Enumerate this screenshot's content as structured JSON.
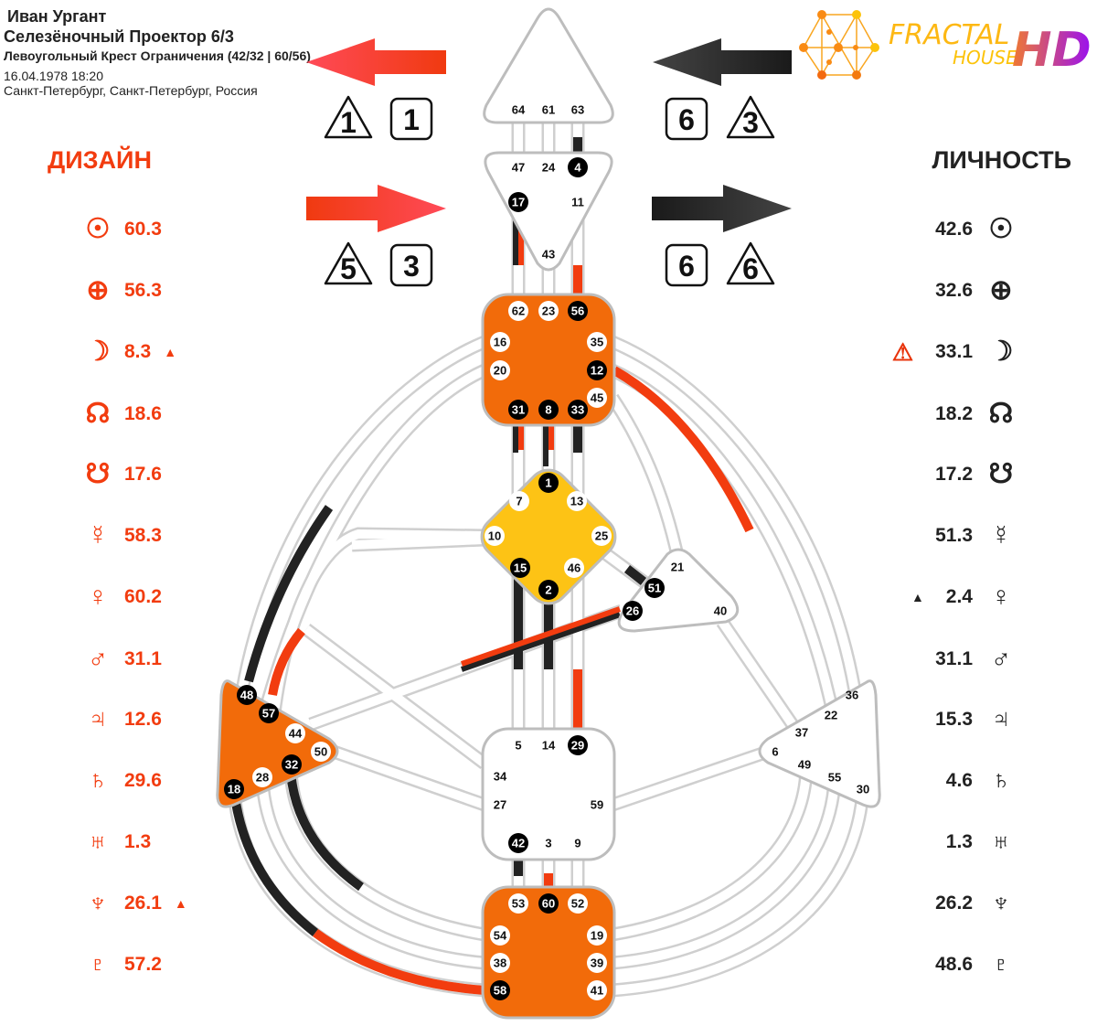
{
  "header": {
    "name": "Иван Ургант",
    "type_profile": "Селезёночный Проектор 6/3",
    "cross": "Левоугольный Крест Ограничения (42/32 | 60/56)",
    "datetime": "16.04.1978 18:20",
    "place": "Санкт-Петербург, Санкт-Петербург, Россия"
  },
  "logo": {
    "word1": "FRACTAL",
    "word2": "HOUSE",
    "word3": "HD"
  },
  "colors": {
    "design": "#f23c0f",
    "personality": "#222222",
    "defined_orange": "#f26b0a",
    "defined_yellow": "#fdc315",
    "channel_outline": "#cccccc"
  },
  "variables": {
    "top_left": {
      "triangle": "1",
      "square": "1",
      "arrow": "left"
    },
    "top_right": {
      "square": "6",
      "triangle": "3",
      "arrow": "left"
    },
    "bottom_left": {
      "triangle": "5",
      "square": "3",
      "arrow": "right"
    },
    "bottom_right": {
      "square": "6",
      "triangle": "6",
      "arrow": "right"
    }
  },
  "design": {
    "title": "ДИЗАЙН",
    "planets": [
      {
        "icon": "sun-icon",
        "glyph": "☉",
        "value": "60.3",
        "mark": ""
      },
      {
        "icon": "earth-icon",
        "glyph": "⊕",
        "value": "56.3",
        "mark": ""
      },
      {
        "icon": "moon-icon",
        "glyph": "☽",
        "value": "8.3",
        "mark": "▲"
      },
      {
        "icon": "north-node-icon",
        "glyph": "☊",
        "value": "18.6",
        "mark": ""
      },
      {
        "icon": "south-node-icon",
        "glyph": "☋",
        "value": "17.6",
        "mark": ""
      },
      {
        "icon": "mercury-icon",
        "glyph": "☿",
        "value": "58.3",
        "mark": ""
      },
      {
        "icon": "venus-icon",
        "glyph": "♀",
        "value": "60.2",
        "mark": ""
      },
      {
        "icon": "mars-icon",
        "glyph": "♂",
        "value": "31.1",
        "mark": ""
      },
      {
        "icon": "jupiter-icon",
        "glyph": "♃",
        "value": "12.6",
        "mark": ""
      },
      {
        "icon": "saturn-icon",
        "glyph": "♄",
        "value": "29.6",
        "mark": ""
      },
      {
        "icon": "uranus-icon",
        "glyph": "♅",
        "value": "1.3",
        "mark": ""
      },
      {
        "icon": "neptune-icon",
        "glyph": "♆",
        "value": "26.1",
        "mark": "▲"
      },
      {
        "icon": "pluto-icon",
        "glyph": "♇",
        "value": "57.2",
        "mark": ""
      }
    ]
  },
  "personality": {
    "title": "ЛИЧНОСТЬ",
    "planets": [
      {
        "icon": "sun-icon",
        "glyph": "☉",
        "value": "42.6",
        "mark": ""
      },
      {
        "icon": "earth-icon",
        "glyph": "⊕",
        "value": "32.6",
        "mark": ""
      },
      {
        "icon": "moon-icon",
        "glyph": "☽",
        "value": "33.1",
        "mark": "⚠"
      },
      {
        "icon": "north-node-icon",
        "glyph": "☊",
        "value": "18.2",
        "mark": ""
      },
      {
        "icon": "south-node-icon",
        "glyph": "☋",
        "value": "17.2",
        "mark": ""
      },
      {
        "icon": "mercury-icon",
        "glyph": "☿",
        "value": "51.3",
        "mark": ""
      },
      {
        "icon": "venus-icon",
        "glyph": "♀",
        "value": "2.4",
        "mark": "▲"
      },
      {
        "icon": "mars-icon",
        "glyph": "♂",
        "value": "31.1",
        "mark": ""
      },
      {
        "icon": "jupiter-icon",
        "glyph": "♃",
        "value": "15.3",
        "mark": ""
      },
      {
        "icon": "saturn-icon",
        "glyph": "♄",
        "value": "4.6",
        "mark": ""
      },
      {
        "icon": "uranus-icon",
        "glyph": "♅",
        "value": "1.3",
        "mark": ""
      },
      {
        "icon": "neptune-icon",
        "glyph": "♆",
        "value": "26.2",
        "mark": ""
      },
      {
        "icon": "pluto-icon",
        "glyph": "♇",
        "value": "48.6",
        "mark": ""
      }
    ]
  },
  "centers": {
    "head": {
      "defined": false,
      "gates": [
        {
          "n": "64",
          "s": "plain"
        },
        {
          "n": "61",
          "s": "plain"
        },
        {
          "n": "63",
          "s": "plain"
        }
      ]
    },
    "ajna": {
      "defined": false,
      "gates": [
        {
          "n": "47",
          "s": "plain"
        },
        {
          "n": "24",
          "s": "plain"
        },
        {
          "n": "4",
          "s": "active"
        },
        {
          "n": "17",
          "s": "active"
        },
        {
          "n": "11",
          "s": "plain"
        },
        {
          "n": "43",
          "s": "plain"
        }
      ]
    },
    "throat": {
      "defined": true,
      "gates": [
        {
          "n": "62",
          "s": "open"
        },
        {
          "n": "23",
          "s": "open"
        },
        {
          "n": "56",
          "s": "active"
        },
        {
          "n": "16",
          "s": "open"
        },
        {
          "n": "35",
          "s": "open"
        },
        {
          "n": "20",
          "s": "open"
        },
        {
          "n": "12",
          "s": "active"
        },
        {
          "n": "45",
          "s": "open"
        },
        {
          "n": "31",
          "s": "active"
        },
        {
          "n": "8",
          "s": "active"
        },
        {
          "n": "33",
          "s": "active"
        }
      ]
    },
    "g": {
      "defined": true,
      "gates": [
        {
          "n": "1",
          "s": "active"
        },
        {
          "n": "7",
          "s": "open"
        },
        {
          "n": "13",
          "s": "open"
        },
        {
          "n": "10",
          "s": "open"
        },
        {
          "n": "25",
          "s": "open"
        },
        {
          "n": "15",
          "s": "active"
        },
        {
          "n": "46",
          "s": "open"
        },
        {
          "n": "2",
          "s": "active"
        }
      ]
    },
    "ego": {
      "defined": false,
      "gates": [
        {
          "n": "21",
          "s": "plain"
        },
        {
          "n": "51",
          "s": "active"
        },
        {
          "n": "26",
          "s": "active"
        },
        {
          "n": "40",
          "s": "plain"
        }
      ]
    },
    "spleen": {
      "defined": true,
      "gates": [
        {
          "n": "48",
          "s": "active"
        },
        {
          "n": "57",
          "s": "active"
        },
        {
          "n": "44",
          "s": "open"
        },
        {
          "n": "50",
          "s": "open"
        },
        {
          "n": "32",
          "s": "active"
        },
        {
          "n": "28",
          "s": "open"
        },
        {
          "n": "18",
          "s": "active"
        }
      ]
    },
    "sacral": {
      "defined": false,
      "gates": [
        {
          "n": "5",
          "s": "plain"
        },
        {
          "n": "14",
          "s": "plain"
        },
        {
          "n": "29",
          "s": "active"
        },
        {
          "n": "34",
          "s": "plain"
        },
        {
          "n": "27",
          "s": "plain"
        },
        {
          "n": "59",
          "s": "plain"
        },
        {
          "n": "42",
          "s": "active"
        },
        {
          "n": "3",
          "s": "plain"
        },
        {
          "n": "9",
          "s": "plain"
        }
      ]
    },
    "solar_plexus": {
      "defined": false,
      "gates": [
        {
          "n": "36",
          "s": "plain"
        },
        {
          "n": "22",
          "s": "plain"
        },
        {
          "n": "37",
          "s": "plain"
        },
        {
          "n": "6",
          "s": "plain"
        },
        {
          "n": "49",
          "s": "plain"
        },
        {
          "n": "55",
          "s": "plain"
        },
        {
          "n": "30",
          "s": "plain"
        }
      ]
    },
    "root": {
      "defined": true,
      "gates": [
        {
          "n": "53",
          "s": "open"
        },
        {
          "n": "60",
          "s": "active"
        },
        {
          "n": "52",
          "s": "open"
        },
        {
          "n": "54",
          "s": "open"
        },
        {
          "n": "19",
          "s": "open"
        },
        {
          "n": "38",
          "s": "open"
        },
        {
          "n": "39",
          "s": "open"
        },
        {
          "n": "58",
          "s": "active"
        },
        {
          "n": "41",
          "s": "open"
        }
      ]
    }
  }
}
